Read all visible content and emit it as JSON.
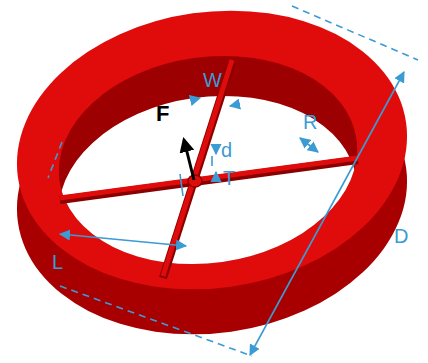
{
  "diagram": {
    "labels": [
      "W",
      "F",
      "d",
      "R",
      "T",
      "L",
      "D"
    ]
  }
}
